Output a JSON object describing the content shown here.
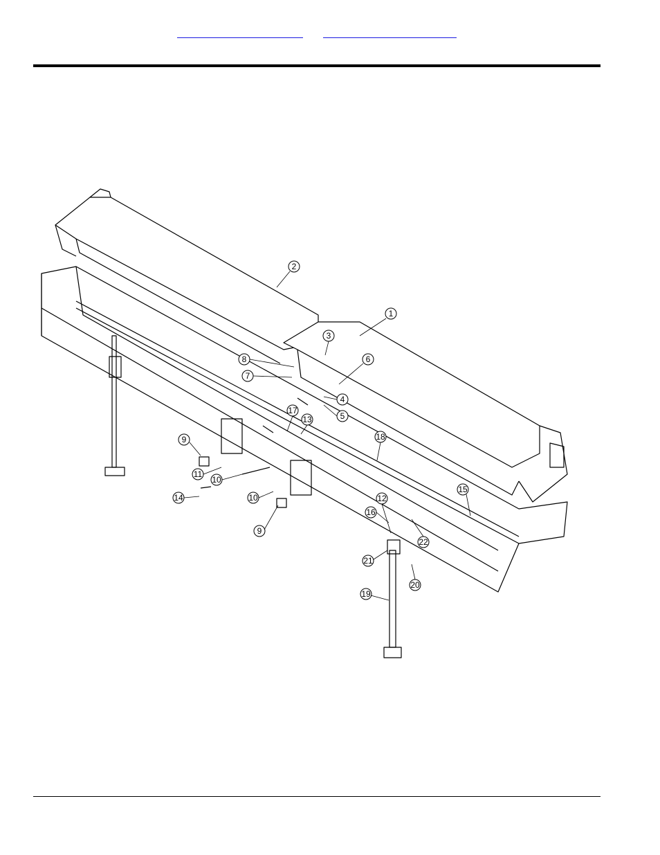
{
  "header": {
    "links": [
      {
        "label": ""
      },
      {
        "label": ""
      }
    ]
  },
  "drawing": {
    "callouts": [
      "1",
      "2",
      "3",
      "4",
      "5",
      "6",
      "7",
      "8",
      "9",
      "10",
      "11",
      "12",
      "13",
      "14",
      "15",
      "16",
      "17",
      "18",
      "19",
      "20",
      "21",
      "22",
      "9",
      "10"
    ]
  }
}
